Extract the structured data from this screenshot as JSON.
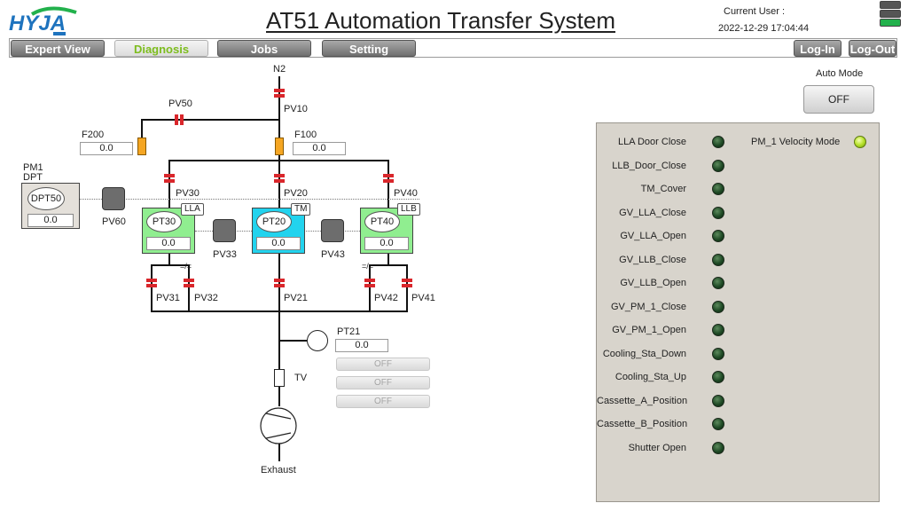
{
  "header": {
    "logo_text": "HYJA",
    "logo_subtext": "",
    "title": "AT51 Automation Transfer System",
    "user_label": "Current User :",
    "datetime": "2022-12-29 17:04:44",
    "tower_colors": [
      "#555555",
      "#555555",
      "#22b14c"
    ]
  },
  "nav": {
    "expert_view": "Expert View",
    "diagnosis": "Diagnosis",
    "jobs": "Jobs",
    "setting": "Setting",
    "login": "Log-In",
    "logout": "Log-Out",
    "active": "Diagnosis"
  },
  "schematic": {
    "n2": "N2",
    "pv10": "PV10",
    "pv50": "PV50",
    "f200": "F200",
    "f200_value": "0.0",
    "f100": "F100",
    "f100_value": "0.0",
    "pv30": "PV30",
    "pv20": "PV20",
    "pv40": "PV40",
    "pm1": "PM1",
    "dpt": "DPT",
    "dpt50": "DPT50",
    "dpt50_value": "0.0",
    "pv60": "PV60",
    "pt30": "PT30",
    "pt30_value": "0.0",
    "lla_tag": "LLA",
    "pt20": "PT20",
    "pt20_value": "0.0",
    "tm_tag": "TM",
    "pt40": "PT40",
    "pt40_value": "0.0",
    "llb_tag": "LLB",
    "pv33": "PV33",
    "pv43": "PV43",
    "pv31": "PV31",
    "pv32": "PV32",
    "pv21": "PV21",
    "pv42": "PV42",
    "pv41": "PV41",
    "pt21": "PT21",
    "pt21_value": "0.0",
    "tv": "TV",
    "exhaust": "Exhaust",
    "off_buttons": [
      "OFF",
      "OFF",
      "OFF"
    ],
    "colors": {
      "lla": "#90ee90",
      "tm": "#22d3ee",
      "llb": "#90ee90",
      "valve": "#d9262b",
      "filter": "#f5a623"
    }
  },
  "auto_mode": {
    "label": "Auto Mode",
    "button": "OFF"
  },
  "io_panel": {
    "signals": [
      {
        "label": "LLA Door Close",
        "state": "off"
      },
      {
        "label": "LLB_Door_Close",
        "state": "off"
      },
      {
        "label": "TM_Cover",
        "state": "off"
      },
      {
        "label": "GV_LLA_Close",
        "state": "off"
      },
      {
        "label": "GV_LLA_Open",
        "state": "off"
      },
      {
        "label": "GV_LLB_Close",
        "state": "off"
      },
      {
        "label": "GV_LLB_Open",
        "state": "off"
      },
      {
        "label": "GV_PM_1_Close",
        "state": "off"
      },
      {
        "label": "GV_PM_1_Open",
        "state": "off"
      },
      {
        "label": "Cooling_Sta_Down",
        "state": "off"
      },
      {
        "label": "Cooling_Sta_Up",
        "state": "off"
      },
      {
        "label": "Cassette_A_Position",
        "state": "off"
      },
      {
        "label": "Cassette_B_Position",
        "state": "off"
      },
      {
        "label": "Shutter Open",
        "state": "off"
      }
    ],
    "pm1_velocity": {
      "label": "PM_1 Velocity Mode",
      "state": "on"
    }
  }
}
